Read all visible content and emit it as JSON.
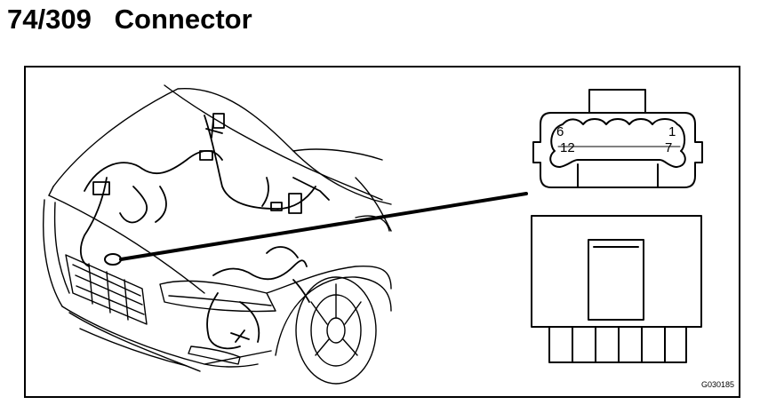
{
  "page": {
    "title": "74/309   Connector",
    "figure_code": "G030185"
  },
  "connector": {
    "pin_labels": [
      "6",
      "1",
      "12",
      "7"
    ]
  },
  "colors": {
    "ink": "#000000",
    "paper": "#ffffff"
  }
}
